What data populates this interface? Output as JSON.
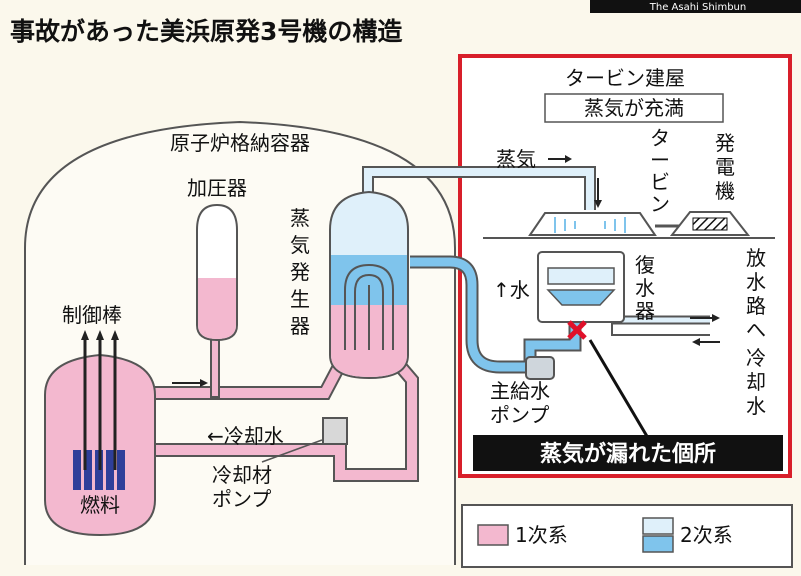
{
  "credit": "The Asahi Shimbun",
  "title": "事故があった美浜原発3号機の構造",
  "containment_label": "原子炉格納容器",
  "pressurizer_label": "加圧器",
  "control_rods_label": "制御棒",
  "fuel_label": "燃料",
  "steam_generator_label": "蒸気発生器",
  "coolant_water_label": "←冷却水",
  "coolant_pump_label": [
    "冷却材",
    "ポンプ"
  ],
  "turbine_building_label": "タービン建屋",
  "steam_filled_label": "蒸気が充満",
  "steam_label": "蒸気",
  "turbine_label": "タービン",
  "generator_label": "発電機",
  "condenser_label": "復水器",
  "water_label": "↑水",
  "discharge_label": "放水路へ",
  "cooling_water_label": "冷却水",
  "feed_pump_label": [
    "主給水",
    "ポンプ"
  ],
  "leak_label": "蒸気が漏れた個所",
  "legend": {
    "primary": "1次系",
    "secondary": "2次系"
  },
  "colors": {
    "primary": "#f3b8cf",
    "secondary_light": "#dff0fa",
    "secondary_dark": "#7fc4ec",
    "frame": "#d81f2a",
    "leak_mark": "#e0102a"
  }
}
